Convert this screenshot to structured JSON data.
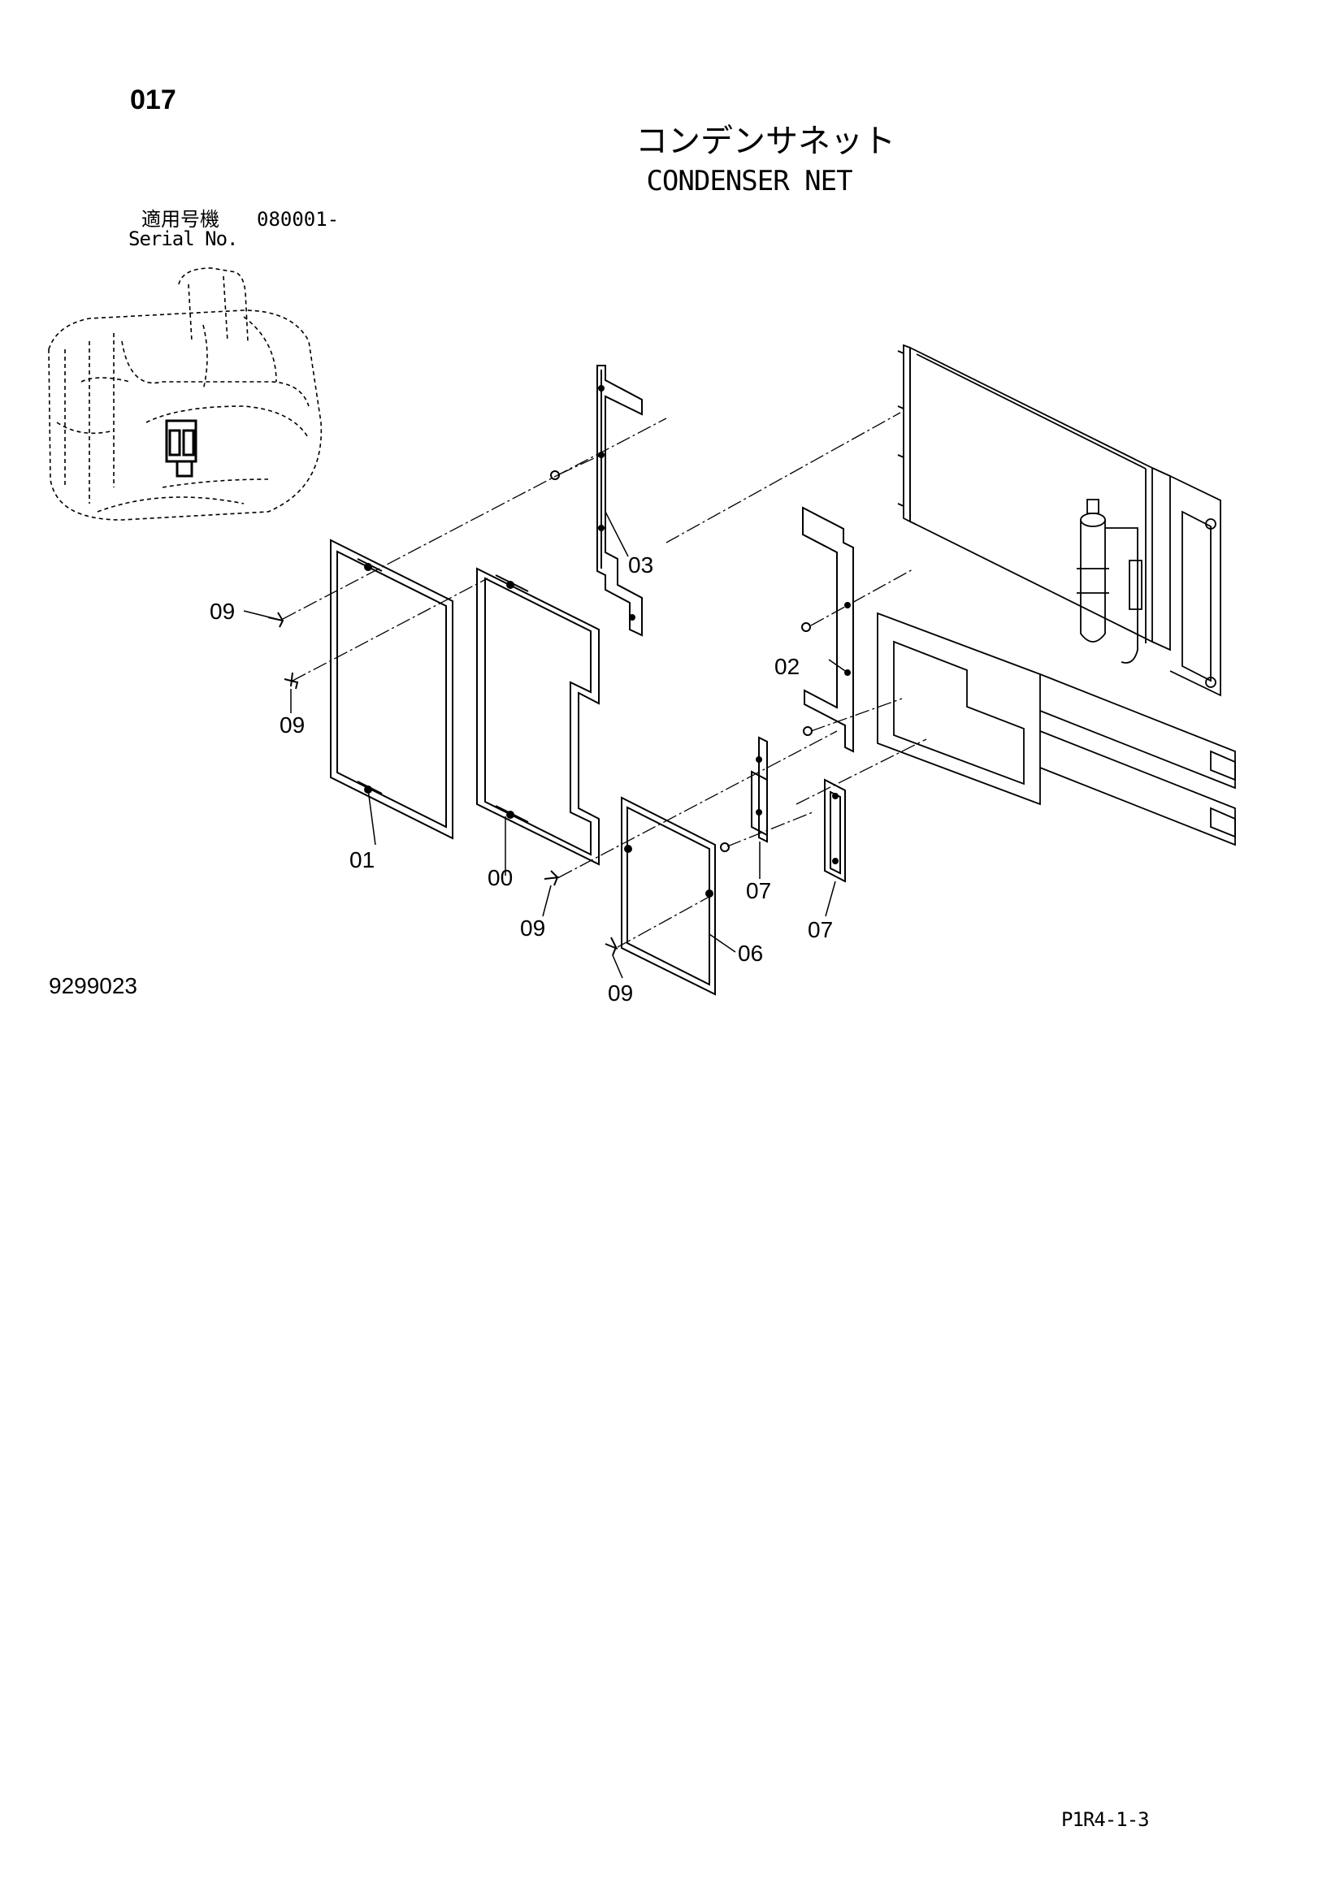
{
  "page_number": "017",
  "title_jp": "コンデンサネット",
  "title_en": "CONDENSER NET",
  "serial_label_jp": "適用号機",
  "serial_value": "080001-",
  "serial_label_en": "Serial No.",
  "figure_number": "9299023",
  "page_reference": "P1R4-1-3",
  "parts": {
    "p00": "00",
    "p01": "01",
    "p02": "02",
    "p03": "03",
    "p06": "06",
    "p07a": "07",
    "p07b": "07",
    "p09a": "09",
    "p09b": "09",
    "p09c": "09",
    "p09d": "09"
  }
}
